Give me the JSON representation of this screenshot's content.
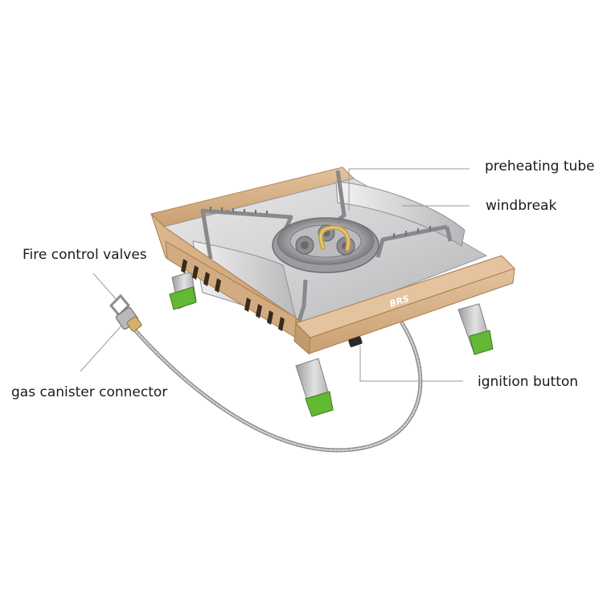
{
  "callouts": {
    "preheating_tube": "preheating tube",
    "windbreak": "windbreak",
    "fire_control_valves": "Fire control valves",
    "gas_canister_connector": "gas canister connector",
    "ignition_button": "ignition button"
  },
  "brand_logo": "BRS",
  "colors": {
    "frame_tan": "#d9b48a",
    "frame_tan_dark": "#b98f63",
    "steel": "#c9c9cb",
    "steel_dark": "#8f9093",
    "leg_green": "#6fc23a",
    "brass": "#c9a24a",
    "leader_line": "#9a9a9a"
  }
}
